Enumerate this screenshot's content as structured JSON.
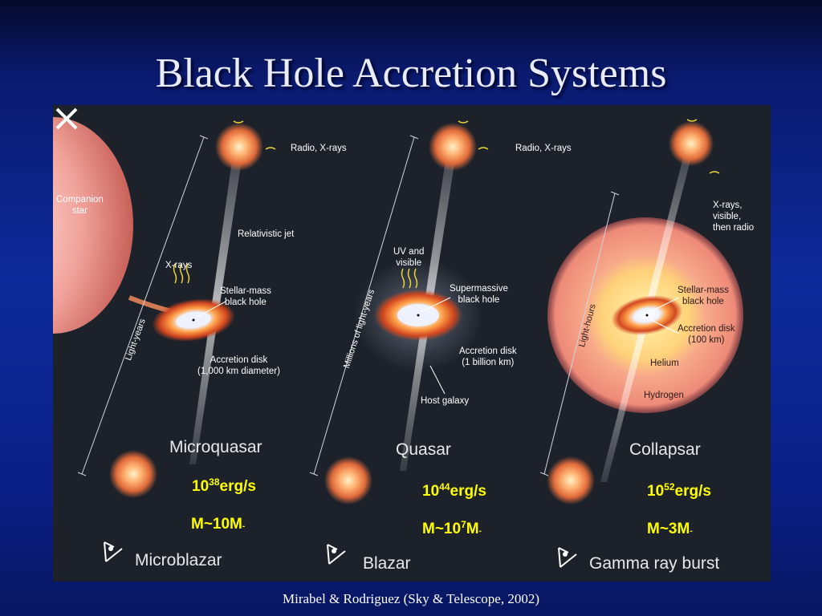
{
  "title": "Black Hole Accretion Systems",
  "credit": "Mirabel & Rodriguez  (Sky & Telescope, 2002)",
  "panels": {
    "microquasar": {
      "companion": "Companion\nstar",
      "radio": "Radio, X-rays",
      "jet": "Relativistic jet",
      "xrays": "X-rays",
      "bh": "Stellar-mass\nblack hole",
      "disk": "Accretion disk\n(1,000 km diameter)",
      "scale": "Light-years",
      "name": "Microquasar",
      "beamed": "Microblazar",
      "energy_base": "10",
      "energy_exp": "38",
      "energy_unit": "erg/s",
      "mass": "M~10M",
      "mass_sub": "-"
    },
    "quasar": {
      "radio": "Radio,  X-rays",
      "uv": "UV and\nvisible",
      "bh": "Supermassive\nblack hole",
      "disk": "Accretion disk\n(1 billion km)",
      "host": "Host galaxy",
      "scale": "Millions of light-years",
      "name": "Quasar",
      "beamed": "Blazar",
      "energy_base": "10",
      "energy_exp": "44",
      "energy_unit": "erg/s",
      "mass_pre": "M~10",
      "mass_exp": "7",
      "mass_post": "M",
      "mass_sub": "-"
    },
    "collapsar": {
      "xrays": "X-rays,\nvisible,\nthen radio",
      "bh": "Stellar-mass\nblack hole",
      "disk": "Accretion disk\n(100 km)",
      "helium": "Helium",
      "hydrogen": "Hydrogen",
      "scale": "Light-hours",
      "name": "Collapsar",
      "beamed": "Gamma ray burst",
      "energy_base": "10",
      "energy_exp": "52",
      "energy_unit": "erg/s",
      "mass": "M~3M",
      "mass_sub": "-"
    }
  },
  "colors": {
    "energy_text": "#ffff00",
    "figure_bg": "#1d222a",
    "slide_bg": "#0d2a9a"
  }
}
